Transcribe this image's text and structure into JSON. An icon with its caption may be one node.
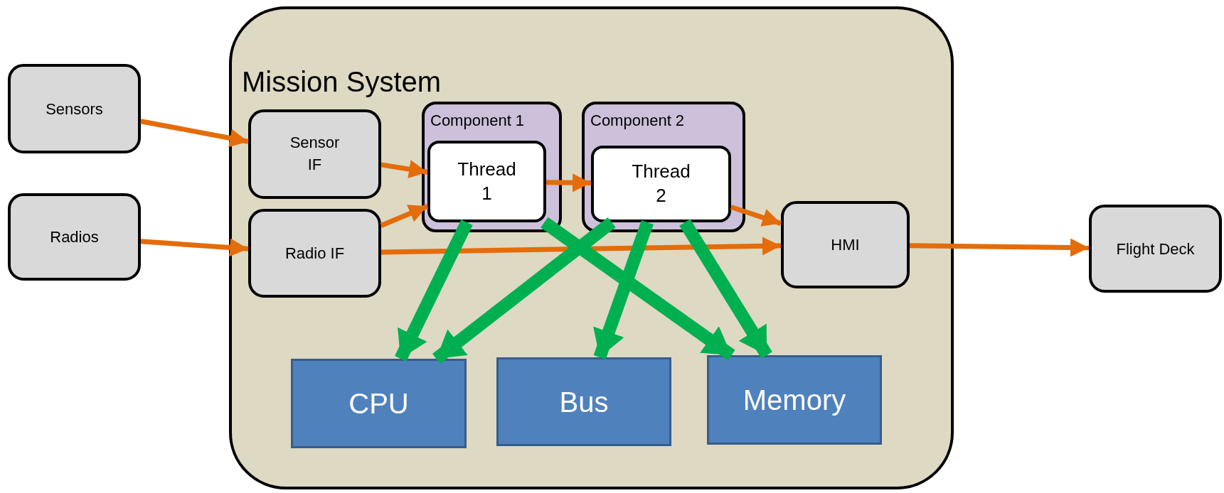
{
  "diagram": {
    "nodes": [
      {
        "text": [
          "Sensors"
        ]
      },
      {
        "text": [
          "Radios"
        ]
      },
      {
        "text": [
          "Mission System"
        ]
      },
      {
        "text": [
          "Sensor IF"
        ],
        "in": 2
      },
      {
        "text": [
          "Radio IF"
        ],
        "in": 2
      },
      {
        "text": [
          "Component 1"
        ],
        "in": 2
      },
      {
        "text": [
          "Thread 1"
        ],
        "in": 5
      },
      {
        "text": [
          "Component 2"
        ],
        "in": 2
      },
      {
        "text": [
          "Thread 2"
        ],
        "in": 7
      },
      {
        "text": [
          "HMI"
        ],
        "in": 2
      },
      {
        "text": [
          "Flight Deck"
        ]
      },
      {
        "text": [
          "CPU"
        ],
        "in": 2
      },
      {
        "text": [
          "Bus"
        ],
        "in": 2
      },
      {
        "text": [
          "Memory"
        ],
        "in": 2
      }
    ],
    "edges": [
      {
        "from": 0,
        "to": 3,
        "arrow": "to"
      },
      {
        "from": 1,
        "to": 4,
        "arrow": "to"
      },
      {
        "from": 3,
        "to": 6,
        "arrow": "to"
      },
      {
        "from": 4,
        "to": 6,
        "arrow": "to"
      },
      {
        "from": 6,
        "to": 8,
        "arrow": "to"
      },
      {
        "from": 8,
        "to": 9,
        "arrow": "to"
      },
      {
        "from": 4,
        "to": 9,
        "arrow": "to"
      },
      {
        "from": 9,
        "to": 10,
        "arrow": "to"
      },
      {
        "from": 6,
        "to": 11,
        "arrow": "to",
        "style": "thick",
        "color": "#00b050"
      },
      {
        "from": 6,
        "to": 13,
        "arrow": "to",
        "style": "thick",
        "color": "#00b050"
      },
      {
        "from": 8,
        "to": 11,
        "arrow": "to",
        "style": "thick",
        "color": "#00b050"
      },
      {
        "from": 8,
        "to": 12,
        "arrow": "to",
        "style": "thick",
        "color": "#00b050"
      },
      {
        "from": 8,
        "to": 13,
        "arrow": "to",
        "style": "thick",
        "color": "#00b050"
      }
    ]
  }
}
